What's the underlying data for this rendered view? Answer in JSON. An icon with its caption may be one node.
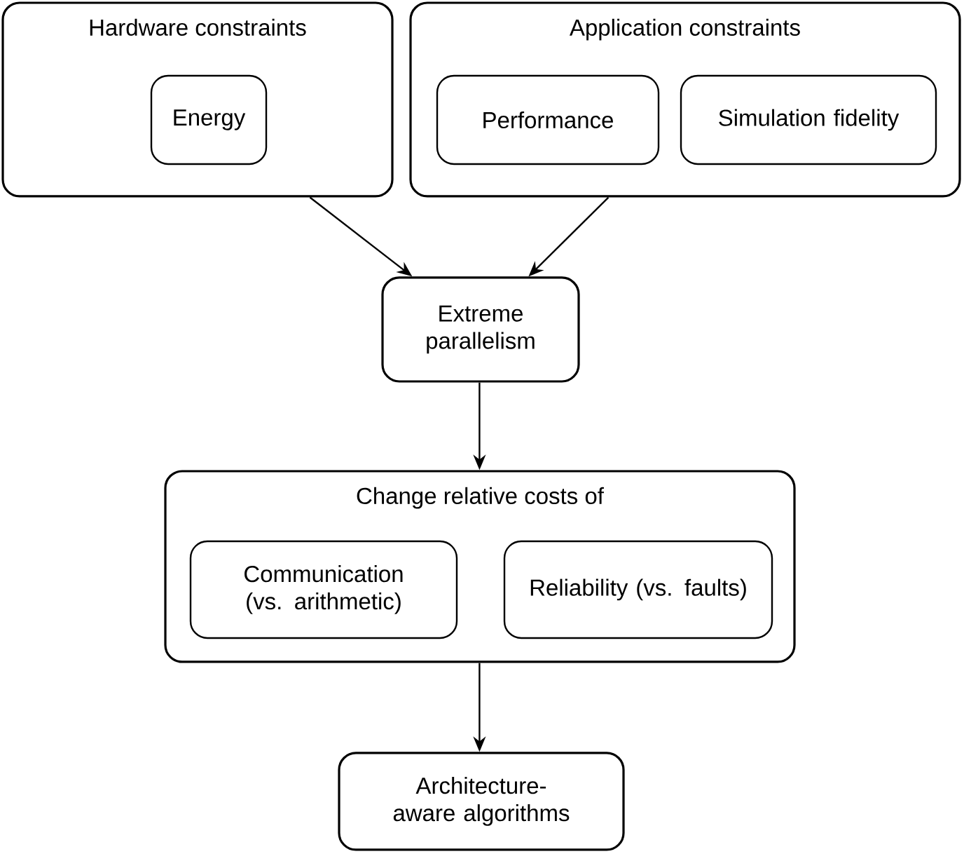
{
  "diagram": {
    "nodes": [
      {
        "text": [
          "Hardware constraints"
        ]
      },
      {
        "text": [
          "Energy"
        ],
        "in": 0
      },
      {
        "text": [
          "Application constraints"
        ]
      },
      {
        "text": [
          "Performance"
        ],
        "in": 2
      },
      {
        "text": [
          "Simulation fidelity"
        ],
        "in": 2
      },
      {
        "text": [
          "Extreme parallelism"
        ]
      },
      {
        "text": [
          "Change relative costs of"
        ]
      },
      {
        "text": [
          "Communication (vs. arithmetic)"
        ],
        "in": 6
      },
      {
        "text": [
          "Reliability (vs. faults)"
        ],
        "in": 6
      },
      {
        "text": [
          "Architecture-aware algorithms"
        ]
      }
    ],
    "edges": [
      {
        "from": 0,
        "to": 5,
        "arrow": "to"
      },
      {
        "from": 2,
        "to": 5,
        "arrow": "to"
      },
      {
        "from": 5,
        "to": 6,
        "arrow": "to"
      },
      {
        "from": 6,
        "to": 9,
        "arrow": "to"
      }
    ]
  }
}
